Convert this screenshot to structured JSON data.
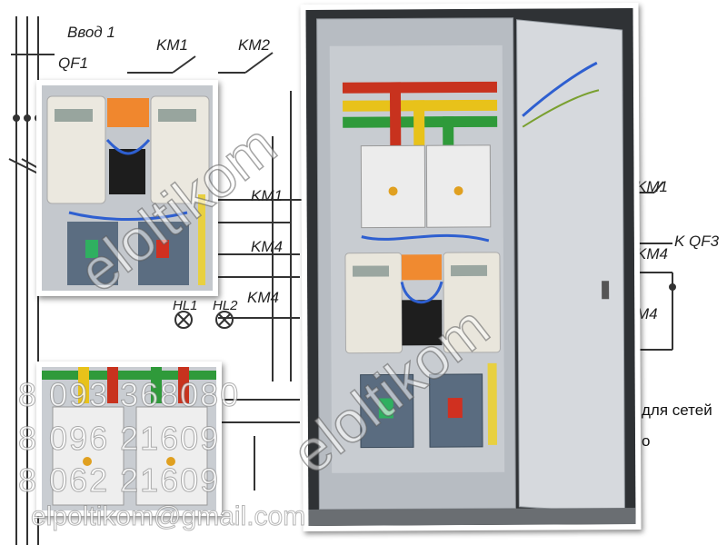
{
  "schematic": {
    "input_label": "Ввод 1",
    "breaker_label": "QF1",
    "contactors": [
      "KM1",
      "KM2",
      "KM1",
      "KM4",
      "KM4",
      "KM1",
      "KM4",
      "M4"
    ],
    "lamps": [
      "HL1",
      "HL2"
    ],
    "output_label": "K QF3",
    "caption_line1": "для сетей",
    "caption_line2": "о"
  },
  "watermark": {
    "brand": "eloltikom",
    "phones": [
      "8 093 368080",
      "8 096 21609",
      "8 062 21609"
    ],
    "email": "elpoltikom@gmail.com"
  },
  "colors": {
    "cabinet": "#c9cdd2",
    "busbar_red": "#c8321e",
    "busbar_green": "#2f9a3a",
    "busbar_yellow": "#e8c21a",
    "meter": "#e9e6dc",
    "breaker": "#5a6c80"
  }
}
